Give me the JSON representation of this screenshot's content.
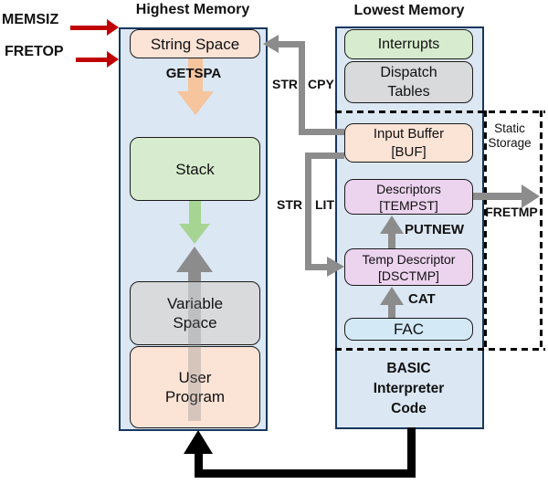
{
  "titles": {
    "highest": "Highest Memory",
    "lowest": "Lowest Memory"
  },
  "pointers": {
    "memsiz": "MEMSIZ",
    "fretop": "FRETOP"
  },
  "left_column": {
    "string_space": "String Space",
    "stack": "Stack",
    "variable_space_line1": "Variable",
    "variable_space_line2": "Space",
    "user_program_line1": "User",
    "user_program_line2": "Program"
  },
  "right_column": {
    "interrupts": "Interrupts",
    "dispatch_line1": "Dispatch",
    "dispatch_line2": "Tables",
    "input_buffer_line1": "Input Buffer",
    "input_buffer_line2": "[BUF]",
    "descriptors_line1": "Descriptors",
    "descriptors_line2": "[TEMPST]",
    "temp_descriptor_line1": "Temp Descriptor",
    "temp_descriptor_line2": "[DSCTMP]",
    "fac": "FAC",
    "basic_line1": "BASIC",
    "basic_line2": "Interpreter",
    "basic_line3": "Code"
  },
  "routines": {
    "getspa": "GETSPA",
    "strcpy_a": "STR",
    "strcpy_b": "CPY",
    "strlit_a": "STR",
    "strlit_b": "LIT",
    "putnew": "PUTNEW",
    "cat": "CAT",
    "fretmp": "FRETMP"
  },
  "annotations": {
    "static_line1": "Static",
    "static_line2": "Storage"
  },
  "colors": {
    "col_fill": "#dbe7f3",
    "col_border": "#17375d",
    "box_border": "#1a1a1a",
    "peach": "#fbe3d6",
    "green": "#d7ecce",
    "gray": "#d8dadc",
    "purple": "#ecd3ee",
    "cyan": "#d3e9f6",
    "arrow_gray": "#8c8c8c",
    "arrow_orange": "#f6c49d",
    "arrow_green": "#a6d492",
    "pointer_red": "#c00000",
    "black": "#000000"
  }
}
